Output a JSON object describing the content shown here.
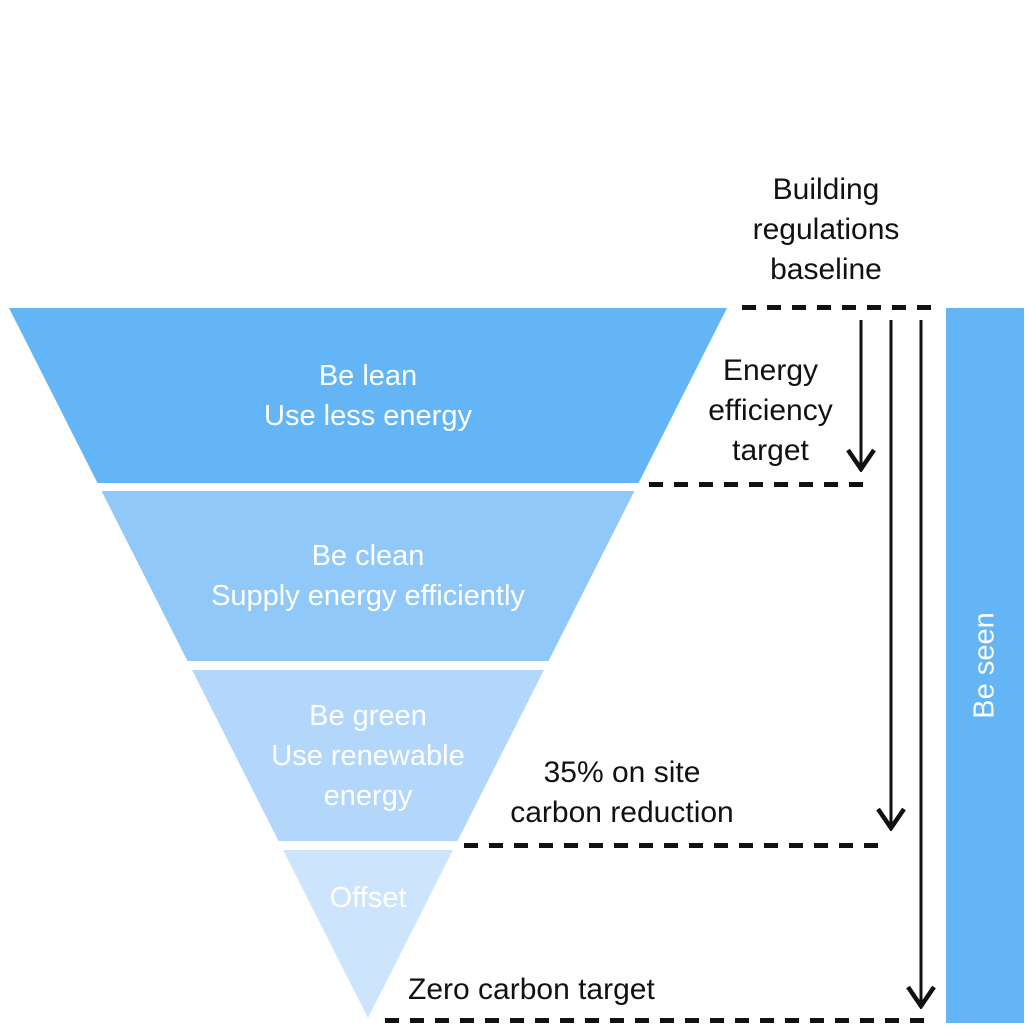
{
  "funnel": {
    "text_color": "#ffffff",
    "tiers": [
      {
        "name": "be-lean",
        "lines": [
          "Be lean",
          "Use less energy"
        ],
        "color": "#64b5f6"
      },
      {
        "name": "be-clean",
        "lines": [
          "Be clean",
          "Supply energy efficiently"
        ],
        "color": "#90c9f9"
      },
      {
        "name": "be-green",
        "lines": [
          "Be green",
          "Use renewable",
          "energy"
        ],
        "color": "#b2d7fa"
      },
      {
        "name": "offset",
        "lines": [
          "Offset"
        ],
        "color": "#cde5fc"
      }
    ]
  },
  "side_bar": {
    "label": "Be seen",
    "color": "#64b5f6"
  },
  "annotations": {
    "baseline": {
      "lines": [
        "Building",
        "regulations",
        "baseline"
      ]
    },
    "energy_efficiency": {
      "lines": [
        "Energy",
        "efficiency",
        "target"
      ]
    },
    "carbon_reduction": {
      "lines": [
        "35% on site",
        "carbon reduction"
      ]
    },
    "zero_carbon": {
      "lines": [
        "Zero carbon target"
      ]
    }
  },
  "icons": {
    "arrows": [
      "arrow-down",
      "arrow-down",
      "arrow-down"
    ]
  },
  "colors": {
    "annotation_text": "#111111",
    "dashed_line": "#111111",
    "background": "#ffffff"
  }
}
